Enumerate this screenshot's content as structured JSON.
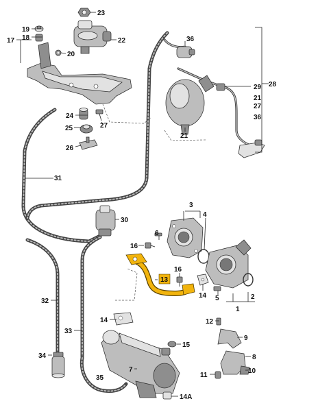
{
  "diagram": {
    "highlight_color": "#f2b40d",
    "labels": {
      "p23": "23",
      "p19": "19",
      "p18": "18",
      "p17": "17",
      "p20": "20",
      "p22": "22",
      "p36a": "36",
      "p29": "29",
      "p28": "28",
      "p21a": "21",
      "p27a": "27",
      "p36b": "36",
      "p21b": "21",
      "p24": "24",
      "p27b": "27",
      "p25": "25",
      "p26": "26",
      "p31": "31",
      "p30": "30",
      "p3": "3",
      "p6": "6",
      "p4": "4",
      "p16a": "16",
      "p16b": "16",
      "p13": "13",
      "p14a": "14",
      "p5": "5",
      "p2": "2",
      "p1": "1",
      "p32": "32",
      "p14b": "14",
      "p33": "33",
      "p12": "12",
      "p9": "9",
      "p15": "15",
      "p7": "7",
      "p8": "8",
      "p34": "34",
      "p35": "35",
      "p11": "11",
      "p10": "10",
      "p14A": "14A"
    }
  }
}
